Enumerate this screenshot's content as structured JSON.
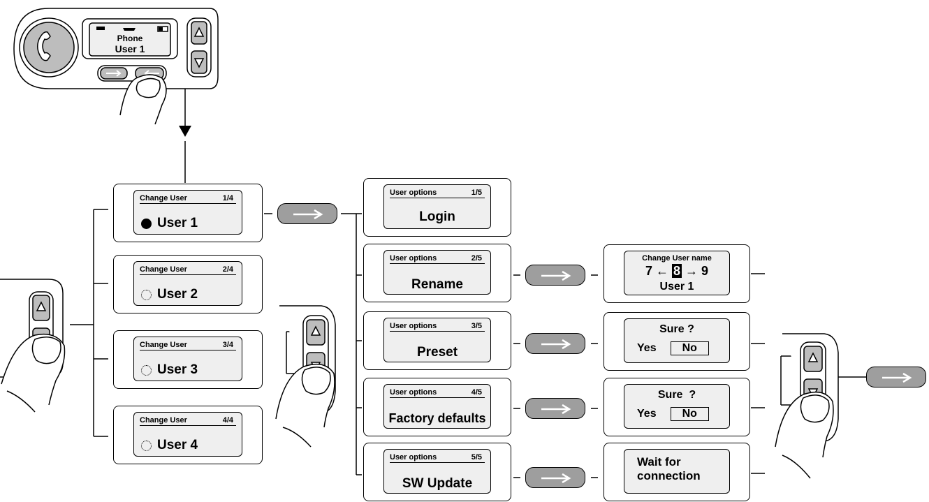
{
  "device": {
    "screen_line1": "Phone",
    "screen_line2": "User 1"
  },
  "change_user": {
    "title": "Change User",
    "cards": [
      {
        "index": "1/4",
        "label": "User 1",
        "selected": true
      },
      {
        "index": "2/4",
        "label": "User 2",
        "selected": false
      },
      {
        "index": "3/4",
        "label": "User 3",
        "selected": false
      },
      {
        "index": "4/4",
        "label": "User 4",
        "selected": false
      }
    ]
  },
  "user_options": {
    "title": "User options",
    "cards": [
      {
        "index": "1/5",
        "label": "Login"
      },
      {
        "index": "2/5",
        "label": "Rename"
      },
      {
        "index": "3/5",
        "label": "Preset"
      },
      {
        "index": "4/5",
        "label": "Factory defaults"
      },
      {
        "index": "5/5",
        "label": "SW Update"
      }
    ]
  },
  "rename_screen": {
    "title": "Change User name",
    "prev": "7",
    "current": "8",
    "next": "9",
    "user": "User 1"
  },
  "preset_screen": {
    "question": "Sure ?",
    "yes": "Yes",
    "no": "No"
  },
  "factory_screen": {
    "question": "Sure  ?",
    "yes": "Yes",
    "no": "No"
  },
  "sw_screen": {
    "line1": "Wait for",
    "line2": "connection"
  }
}
